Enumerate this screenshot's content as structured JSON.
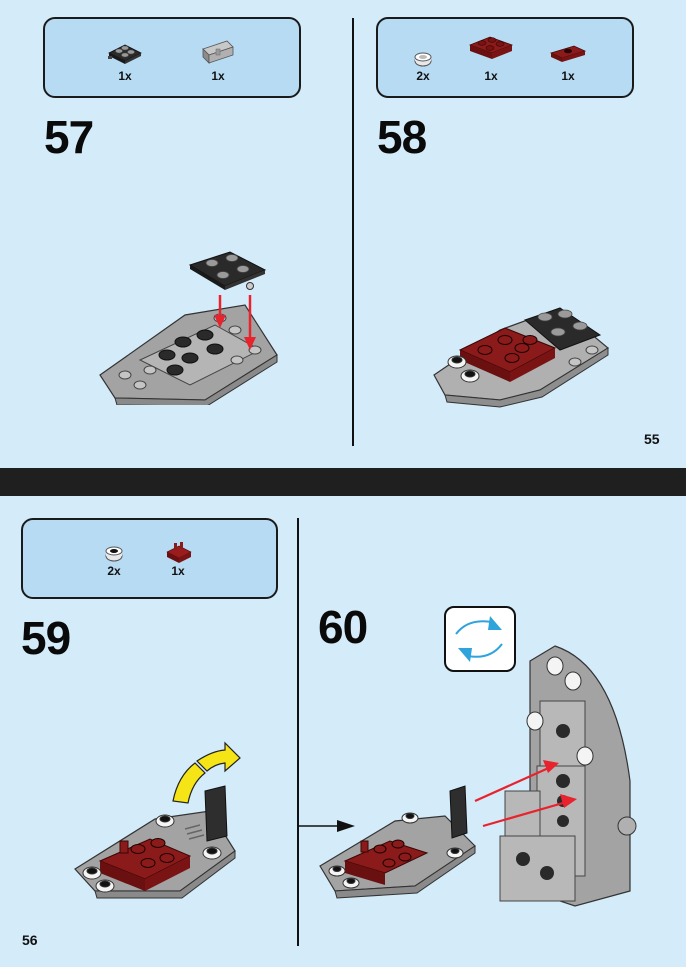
{
  "pages": [
    {
      "page_number": "55",
      "steps": [
        {
          "number": "57",
          "parts": [
            {
              "name": "black-plate-2x2-with-pin",
              "color": "#2a2a2a",
              "qty": "1x"
            },
            {
              "name": "light-gray-bracket",
              "color": "#9e9e9e",
              "qty": "1x"
            }
          ]
        },
        {
          "number": "58",
          "parts": [
            {
              "name": "white-round-plate-1x1",
              "color": "#f2f2f2",
              "qty": "2x"
            },
            {
              "name": "dark-red-plate-2x2",
              "color": "#8b1a1a",
              "qty": "1x"
            },
            {
              "name": "dark-red-jumper-plate-1x2",
              "color": "#8b1a1a",
              "qty": "1x"
            }
          ]
        }
      ]
    },
    {
      "page_number": "56",
      "steps": [
        {
          "number": "59",
          "parts": [
            {
              "name": "white-round-plate-1x1",
              "color": "#f2f2f2",
              "qty": "2x"
            },
            {
              "name": "dark-red-tile-with-clip",
              "color": "#8b1a1a",
              "qty": "1x"
            }
          ]
        },
        {
          "number": "60",
          "parts": [],
          "icon": "rotate-model-icon"
        }
      ]
    }
  ],
  "colors": {
    "background": "#d4ebf9",
    "parts_box": "#b8dbf4",
    "band": "#1f1f1f",
    "arrow_red": "#e8232d",
    "arrow_yellow": "#f5e416",
    "rotate_blue": "#2ea3dc",
    "brick_gray": "#a3a3a3",
    "brick_dark_red": "#8b1a1a",
    "brick_black": "#2a2a2a"
  }
}
